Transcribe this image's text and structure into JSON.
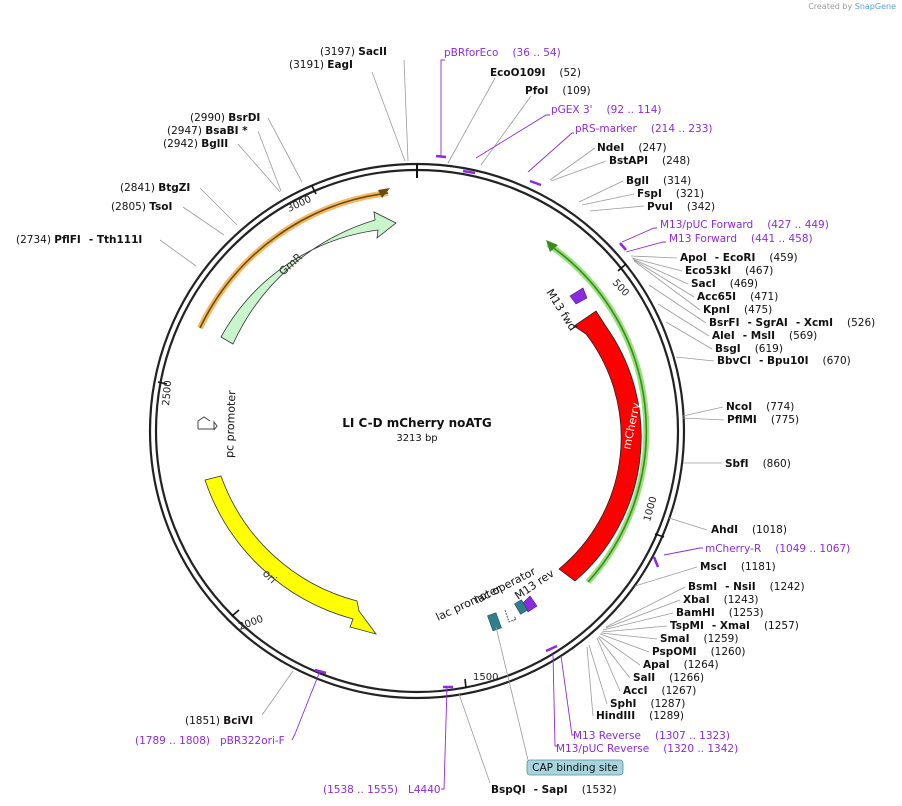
{
  "branding": {
    "created_by": "Created by",
    "app_name": "SnapGene"
  },
  "plasmid": {
    "name": "LI C-D mCherry noATG",
    "length_label": "3213 bp",
    "length": 3213
  },
  "ticks": [
    {
      "bp": 500,
      "label": "500"
    },
    {
      "bp": 1000,
      "label": "1000"
    },
    {
      "bp": 1500,
      "label": "1500"
    },
    {
      "bp": 2000,
      "label": "2000"
    },
    {
      "bp": 2500,
      "label": "2500"
    },
    {
      "bp": 3000,
      "label": "3000"
    }
  ],
  "features": [
    {
      "name": "mCherry",
      "color": "#ff0000",
      "text_color": "#ffffff"
    },
    {
      "name": "GmR",
      "color": "#c8f5cc",
      "text_color": "#333333"
    },
    {
      "name": "ori",
      "color": "#ffff00",
      "text_color": "#333333"
    },
    {
      "name": "M13 fwd"
    },
    {
      "name": "M13 rev"
    },
    {
      "name": "lac operator"
    },
    {
      "name": "lac promoter"
    },
    {
      "name": "pc promoter"
    },
    {
      "name": "CAP binding site",
      "color": "#a9d4de"
    }
  ],
  "enzymes_right": [
    {
      "name": "NdeI",
      "pos": "(247)"
    },
    {
      "name": "BstAPI",
      "pos": "(248)"
    },
    {
      "name": "BglI",
      "pos": "(314)"
    },
    {
      "name": "FspI",
      "pos": "(321)"
    },
    {
      "name": "PvuI",
      "pos": "(342)"
    },
    {
      "name": "ApoI",
      "name2": "EcoRI",
      "pos": "(459)"
    },
    {
      "name": "Eco53kI",
      "pos": "(467)"
    },
    {
      "name": "SacI",
      "pos": "(469)"
    },
    {
      "name": "Acc65I",
      "pos": "(471)"
    },
    {
      "name": "KpnI",
      "pos": "(475)"
    },
    {
      "name": "BsrFI",
      "name2": "SgrAI",
      "name3": "XcmI",
      "pos": "(526)"
    },
    {
      "name": "AleI",
      "name2": "MslI",
      "pos": "(569)"
    },
    {
      "name": "BsgI",
      "pos": "(619)"
    },
    {
      "name": "BbvCI",
      "name2": "Bpu10I",
      "pos": "(670)"
    },
    {
      "name": "NcoI",
      "pos": "(774)"
    },
    {
      "name": "PflMI",
      "pos": "(775)"
    },
    {
      "name": "SbfI",
      "pos": "(860)"
    },
    {
      "name": "AhdI",
      "pos": "(1018)"
    },
    {
      "name": "MscI",
      "pos": "(1181)"
    },
    {
      "name": "BsmI",
      "name2": "NsiI",
      "pos": "(1242)"
    },
    {
      "name": "XbaI",
      "pos": "(1243)"
    },
    {
      "name": "BamHI",
      "pos": "(1253)"
    },
    {
      "name": "TspMI",
      "name2": "XmaI",
      "pos": "(1257)"
    },
    {
      "name": "SmaI",
      "pos": "(1259)"
    },
    {
      "name": "PspOMI",
      "pos": "(1260)"
    },
    {
      "name": "ApaI",
      "pos": "(1264)"
    },
    {
      "name": "SalI",
      "pos": "(1266)"
    },
    {
      "name": "AccI",
      "pos": "(1267)"
    },
    {
      "name": "SphI",
      "pos": "(1287)"
    },
    {
      "name": "HindIII",
      "pos": "(1289)"
    }
  ],
  "enzymes_top": [
    {
      "name": "EcoO109I",
      "pos": "(52)"
    },
    {
      "name": "PfoI",
      "pos": "(109)"
    }
  ],
  "enzymes_left": [
    {
      "name": "SacII",
      "pos": "(3197)"
    },
    {
      "name": "EagI",
      "pos": "(3191)"
    },
    {
      "name": "BsrDI",
      "pos": "(2990)"
    },
    {
      "name": "BsaBI *",
      "pos": "(2947)"
    },
    {
      "name": "BglII",
      "pos": "(2942)"
    },
    {
      "name": "BtgZI",
      "pos": "(2841)"
    },
    {
      "name": "TsoI",
      "pos": "(2805)"
    },
    {
      "name": "PflFI",
      "name2": "Tth111I",
      "pos": "(2734)"
    },
    {
      "name": "BciVI",
      "pos": "(1851)"
    }
  ],
  "enzymes_bottom": [
    {
      "name": "BspQI",
      "name2": "SapI",
      "pos": "(1532)"
    }
  ],
  "primers": [
    {
      "name": "pBRforEco",
      "range": "(36 .. 54)"
    },
    {
      "name": "pGEX 3'",
      "range": "(92 .. 114)"
    },
    {
      "name": "pRS-marker",
      "range": "(214 .. 233)"
    },
    {
      "name": "M13/pUC Forward",
      "range": "(427 .. 449)"
    },
    {
      "name": "M13 Forward",
      "range": "(441 .. 458)"
    },
    {
      "name": "mCherry-R",
      "range": "(1049 .. 1067)"
    },
    {
      "name": "M13 Reverse",
      "range": "(1307 .. 1323)"
    },
    {
      "name": "M13/pUC Reverse",
      "range": "(1320 .. 1342)"
    },
    {
      "name": "L4440",
      "range": "(1538 .. 1555)"
    },
    {
      "name": "pBR322ori-F",
      "range": "(1789 .. 1808)"
    }
  ]
}
